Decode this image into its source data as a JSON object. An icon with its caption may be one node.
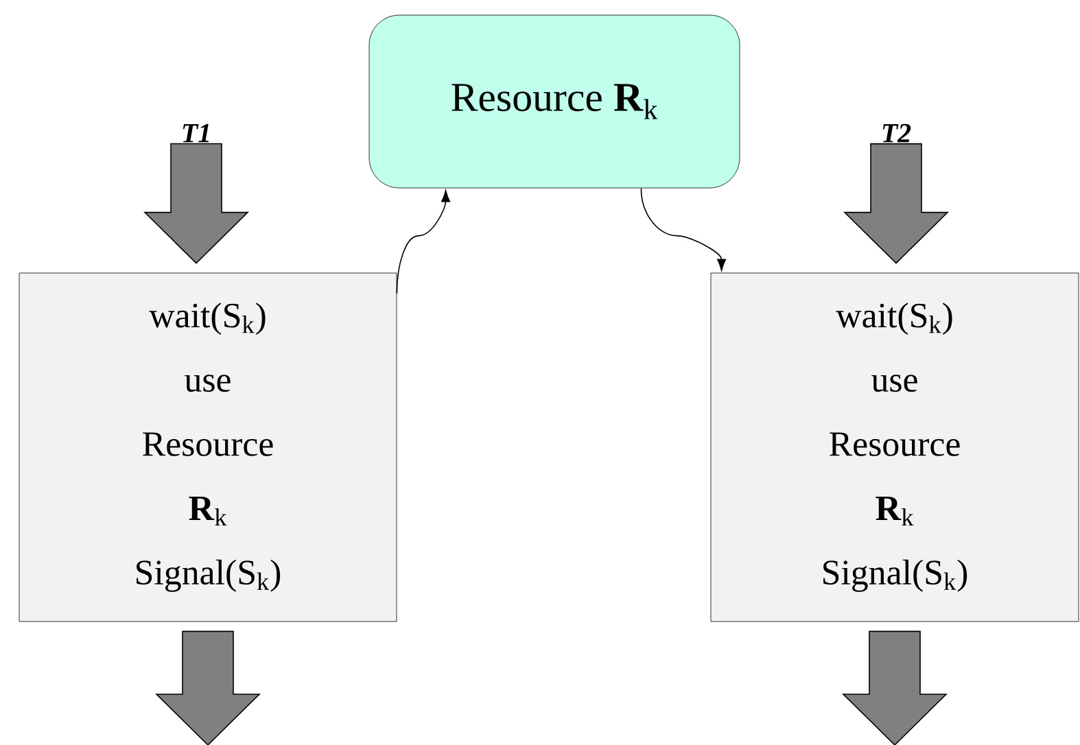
{
  "diagram": {
    "nodes": [
      {
        "text": [
          "Resource **R**$_{k}$"
        ]
      },
      {
        "text": [
          "T1"
        ]
      },
      {
        "text": [
          "wait(S$_{k}$)",
          "use",
          "Resource",
          "**R**$_{k}$",
          "Signal(S$_{k}$)"
        ]
      },
      {
        "text": [
          "T2"
        ]
      },
      {
        "text": [
          "wait(S$_{k}$)",
          "use",
          "Resource",
          "**R**$_{k}$",
          "Signal(S$_{k}$)"
        ]
      }
    ],
    "edges": [
      {
        "from": 1,
        "to": 2,
        "arrow": "to",
        "style": "thick"
      },
      {
        "from": 2,
        "to": null,
        "arrow": "to",
        "style": "thick"
      },
      {
        "from": 2,
        "to": 0,
        "arrow": "to"
      },
      {
        "from": 0,
        "to": 4,
        "arrow": "to"
      },
      {
        "from": 3,
        "to": 4,
        "arrow": "to",
        "style": "thick"
      },
      {
        "from": 4,
        "to": null,
        "arrow": "to",
        "style": "thick"
      }
    ]
  }
}
